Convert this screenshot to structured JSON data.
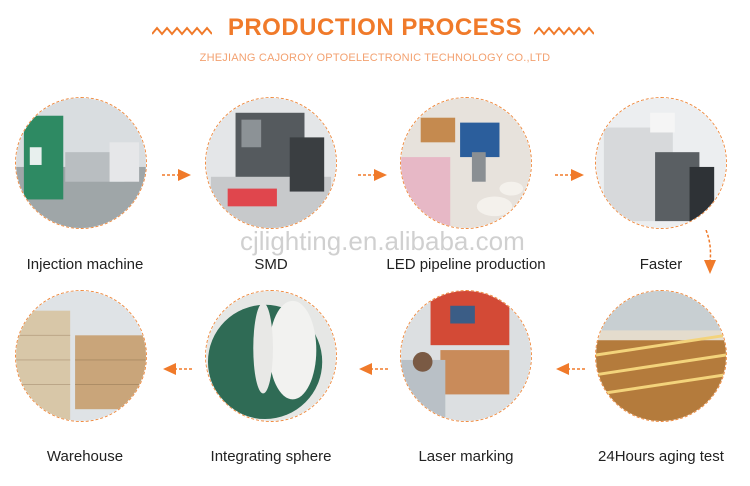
{
  "header": {
    "title": "PRODUCTION PROCESS",
    "subtitle": "ZHEJIANG CAJOROY OPTOELECTRONIC TECHNOLOGY CO.,LTD"
  },
  "colors": {
    "accent": "#f07a2a",
    "dashed_border": "#f08a3e"
  },
  "watermark": "cjlighting.en.alibaba.com",
  "steps": [
    {
      "label": "Injection machine",
      "icon": "injection-machine-photo"
    },
    {
      "label": "SMD",
      "icon": "smd-machine-photo"
    },
    {
      "label": "LED pipeline production",
      "icon": "pipeline-photo"
    },
    {
      "label": "Faster",
      "icon": "faster-machine-photo"
    },
    {
      "label": "24Hours aging test",
      "icon": "aging-test-photo"
    },
    {
      "label": "Laser marking",
      "icon": "laser-marking-photo"
    },
    {
      "label": "Integrating sphere",
      "icon": "integrating-sphere-photo"
    },
    {
      "label": "Warehouse",
      "icon": "warehouse-photo"
    }
  ]
}
